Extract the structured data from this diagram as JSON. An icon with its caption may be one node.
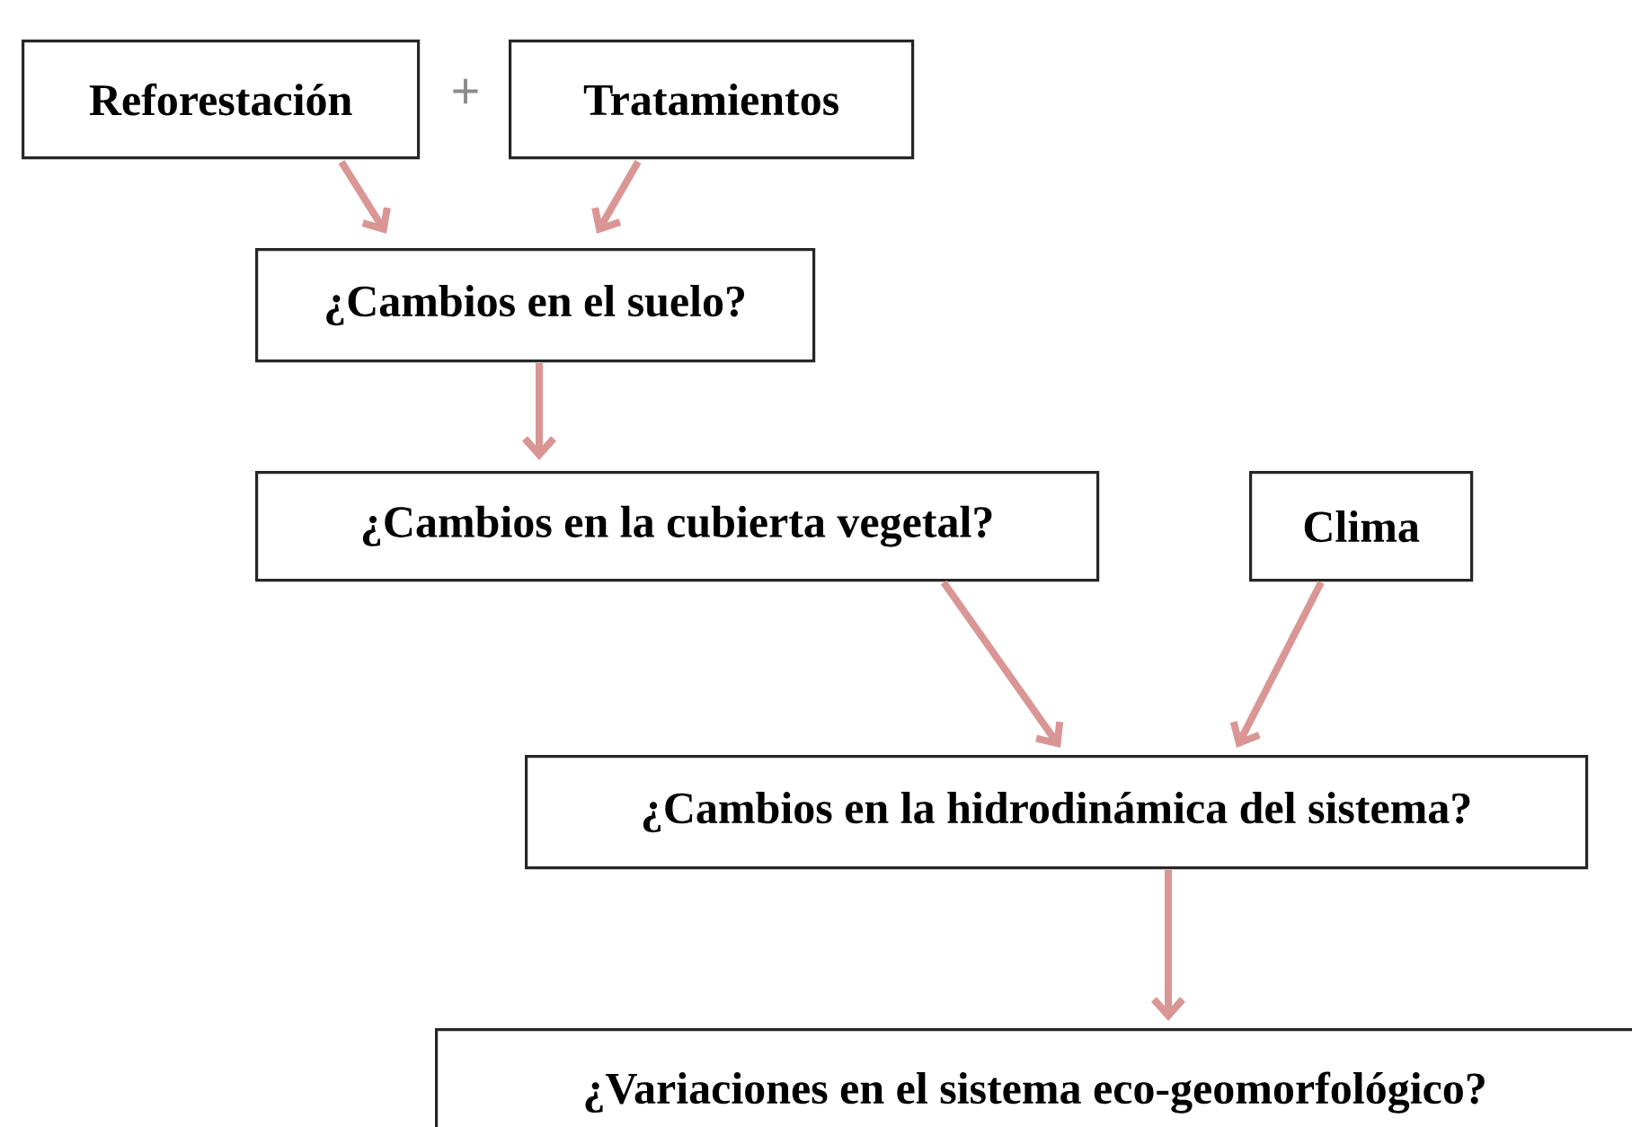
{
  "diagram": {
    "nodes": [
      {
        "text": [
          "Reforestación"
        ]
      },
      {
        "text": [
          "Tratamientos"
        ]
      },
      {
        "text": [
          "¿Cambios en el suelo?"
        ]
      },
      {
        "text": [
          "¿Cambios en la cubierta vegetal?"
        ]
      },
      {
        "text": [
          "Clima"
        ]
      },
      {
        "text": [
          "¿Cambios en la hidrodinámica del sistema?"
        ]
      },
      {
        "text": [
          "¿Variaciones en el sistema eco-geomorfológico?"
        ]
      }
    ],
    "edges": [
      {
        "from": 0,
        "to": 2,
        "arrow": "to"
      },
      {
        "from": 1,
        "to": 2,
        "arrow": "to"
      },
      {
        "from": 2,
        "to": 3,
        "arrow": "to"
      },
      {
        "from": 3,
        "to": 5,
        "arrow": "to"
      },
      {
        "from": 4,
        "to": 5,
        "arrow": "to"
      },
      {
        "from": 5,
        "to": 6,
        "arrow": "to"
      }
    ],
    "labels": [
      "+"
    ]
  }
}
